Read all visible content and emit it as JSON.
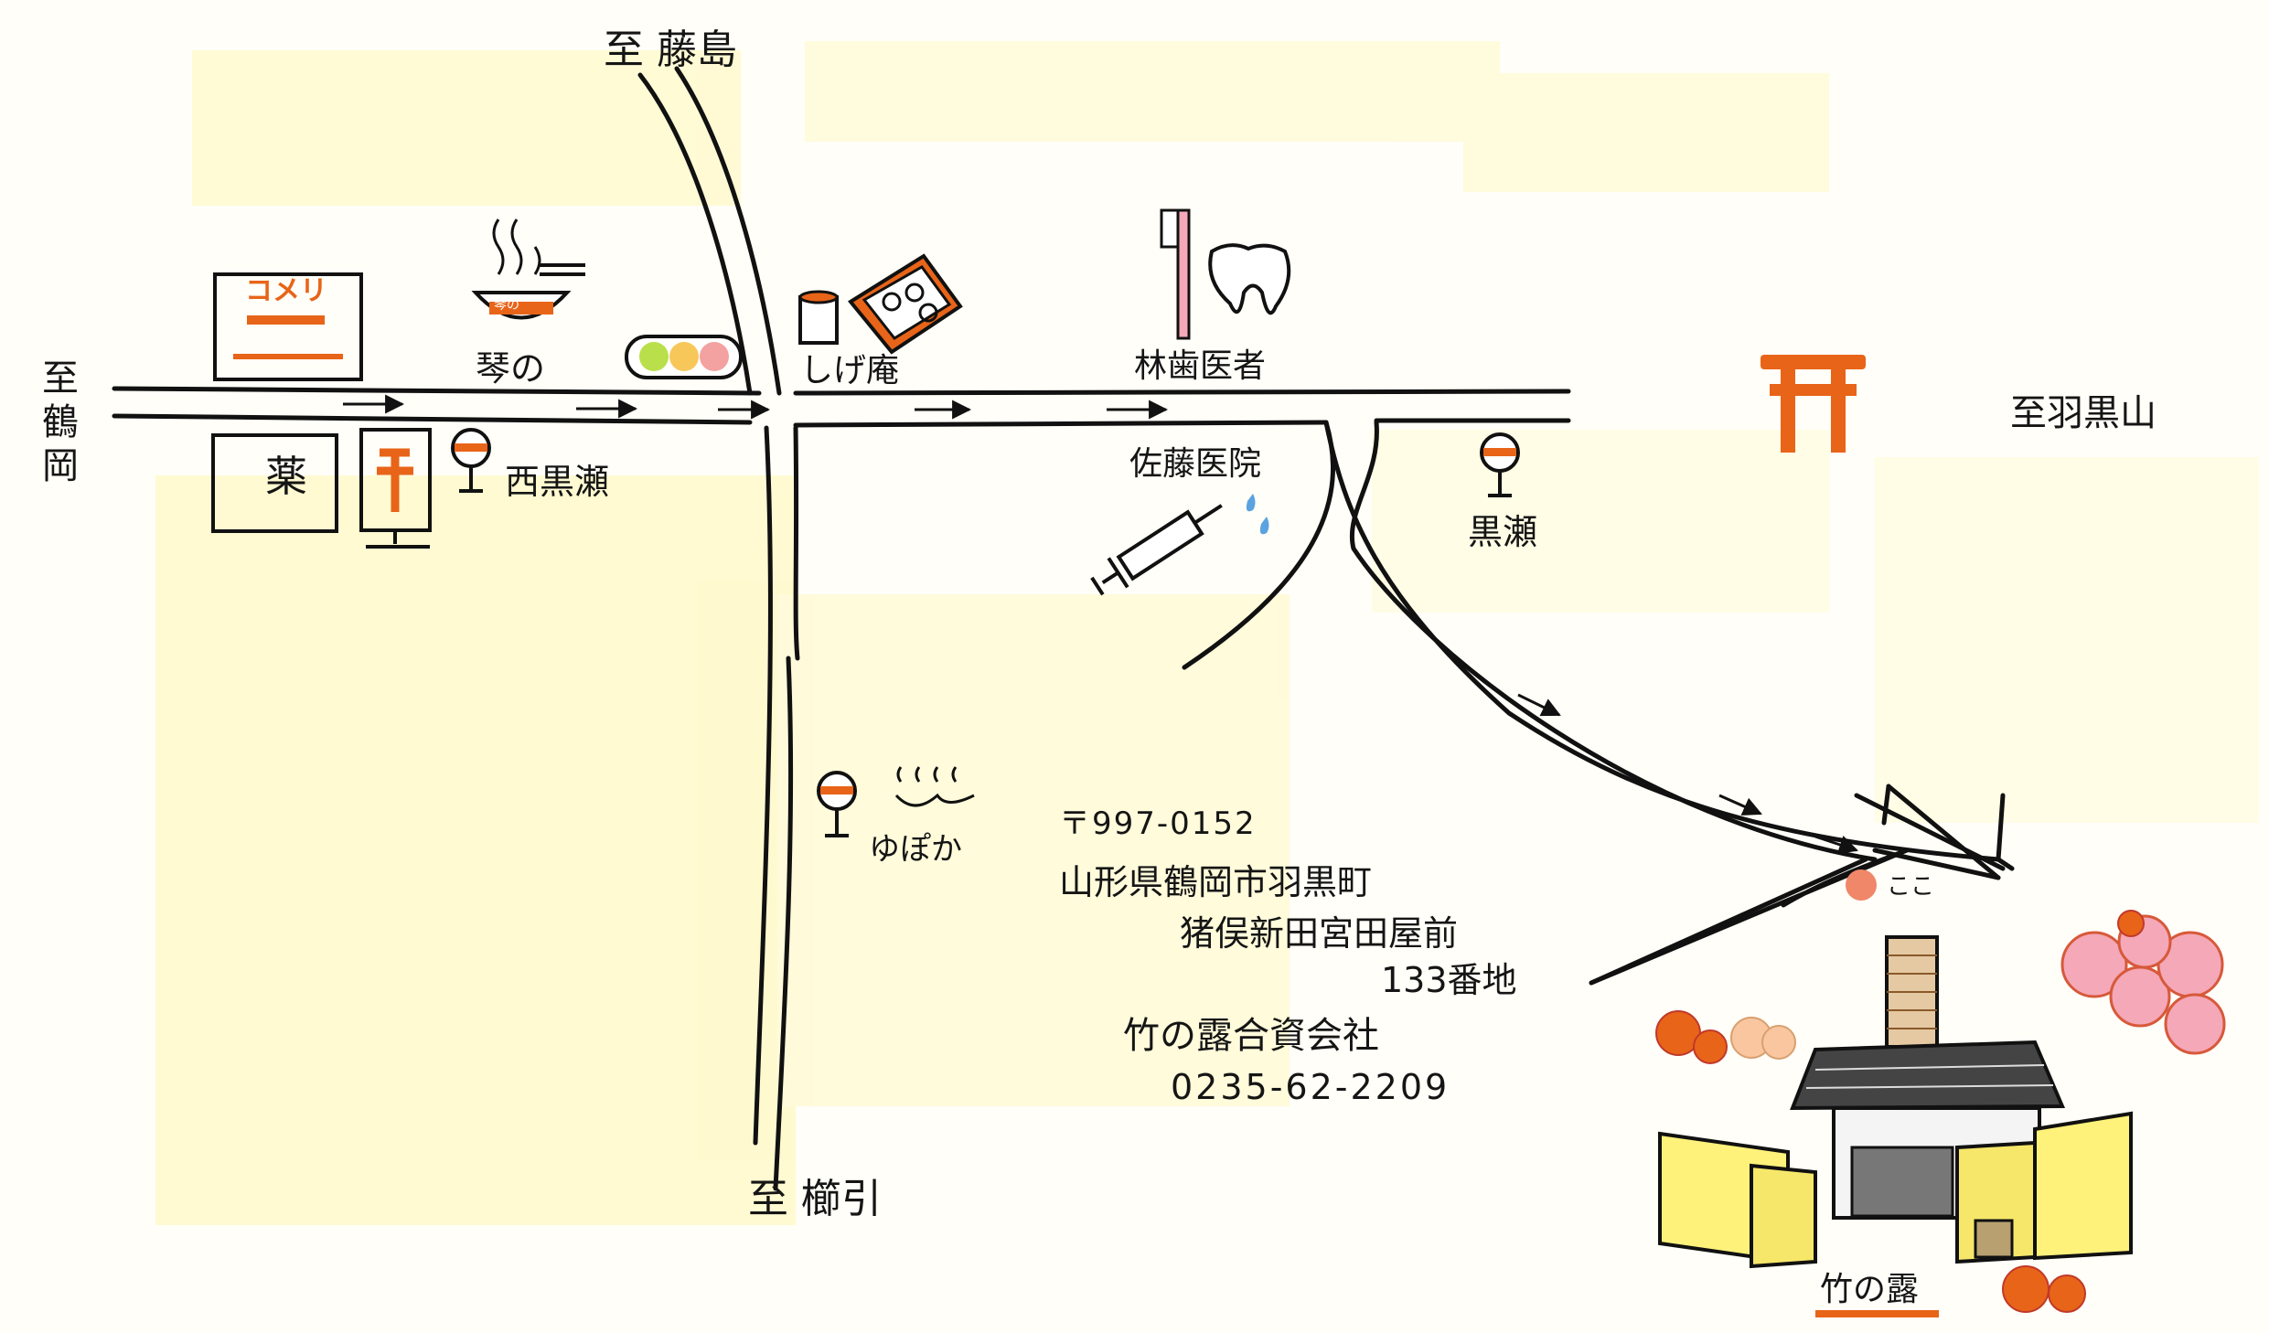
{
  "map": {
    "directions": {
      "north": "至 藤島",
      "west": "至鶴岡",
      "east": "至羽黒山",
      "south": "至 櫛引"
    },
    "landmarks": {
      "komeri": "コメリ",
      "kusuri": "薬",
      "kotono": "琴の",
      "kotono_bowl": "琴の",
      "shigean": "しげ庵",
      "dentist": "林歯医者",
      "sato_clinic": "佐藤医院",
      "bus_nishi_kurose": "西黒瀬",
      "bus_kurose": "黒瀬",
      "yupokan": "ゆぽか",
      "koko": "ここ",
      "takenotsuyu_sign": "竹の露"
    },
    "address": {
      "postal": "〒997-0152",
      "line1": "山形県鶴岡市羽黒町",
      "line2": "猪俣新田宮田屋前",
      "line3": "133番地",
      "company": "竹の露合資会社",
      "phone": "0235-62-2209"
    },
    "colors": {
      "road": "#111111",
      "accent": "#e86418",
      "highlight": "#fff27a",
      "paper": "#fffef8",
      "blossom": "#f4a8b8"
    },
    "icons": [
      "torii-icon",
      "post-office-icon",
      "bus-stop-icon",
      "hot-spring-icon",
      "tooth-icon",
      "toothbrush-icon",
      "syringe-icon",
      "ramen-icon",
      "traffic-light-icon",
      "bento-box-icon",
      "brewery-building-icon",
      "cherry-blossom-icon"
    ]
  }
}
